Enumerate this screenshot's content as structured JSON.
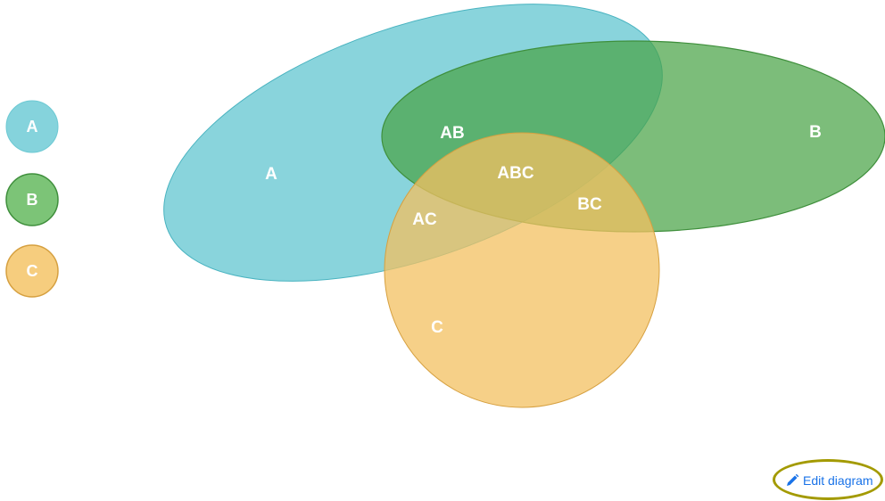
{
  "colors": {
    "set_a": "#6cc9d3",
    "set_a_stroke": "#49b3c0",
    "set_b": "#5db05a",
    "set_b_stroke": "#3f8f3c",
    "set_c": "#f3c060",
    "set_c_stroke": "#d6a040",
    "label_text": "#ffffff",
    "link": "#1a73e8",
    "highlight": "#a39a00"
  },
  "legend": [
    {
      "label": "A"
    },
    {
      "label": "B"
    },
    {
      "label": "C"
    }
  ],
  "regions": {
    "a": "A",
    "b": "B",
    "c": "C",
    "ab": "AB",
    "ac": "AC",
    "bc": "BC",
    "abc": "ABC"
  },
  "edit_link": {
    "label": "Edit diagram",
    "icon": "pencil-icon"
  }
}
